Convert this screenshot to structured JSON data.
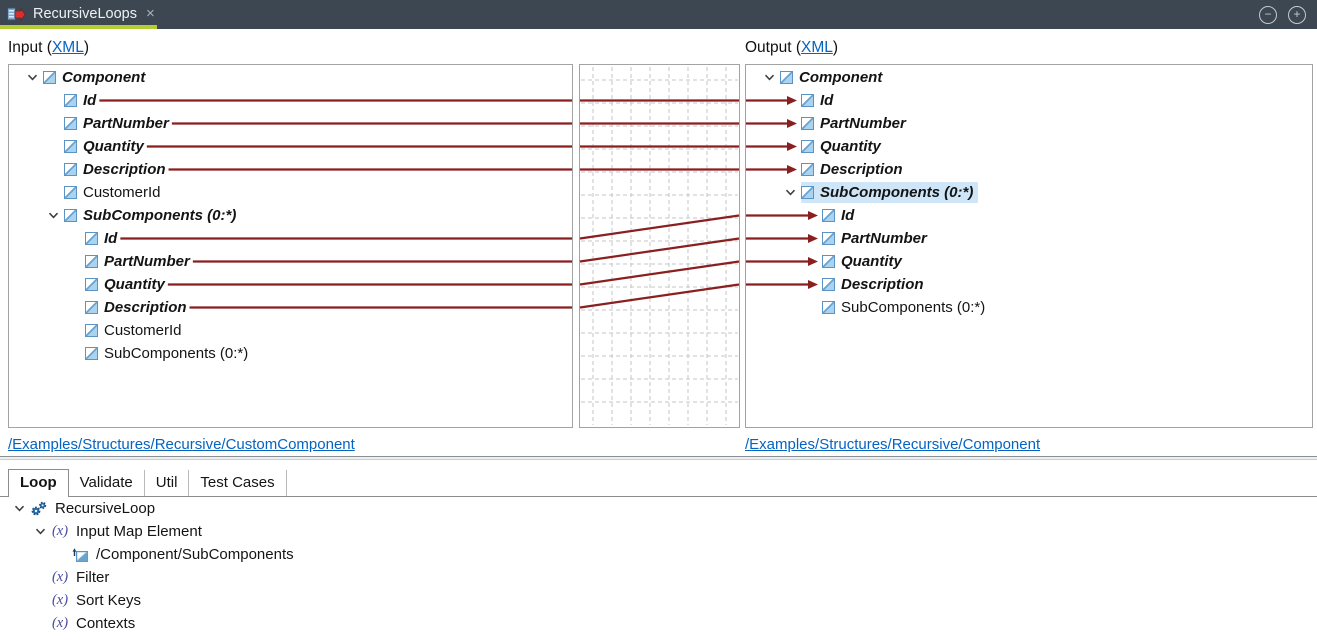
{
  "titlebar": {
    "tab_title": "RecursiveLoops",
    "close_glyph": "×",
    "window_minimize_glyph": "−",
    "window_maximize_glyph": "+"
  },
  "header": {
    "input_prefix": "Input (",
    "output_prefix": "Output (",
    "xml_link": "XML",
    "suffix": ")"
  },
  "input_panel": {
    "path": "/Examples/Structures/Recursive/CustomComponent",
    "nodes": [
      {
        "label": "Component",
        "level": 0,
        "mapped": true,
        "expanded": true
      },
      {
        "label": "Id",
        "level": 1,
        "mapped": true
      },
      {
        "label": "PartNumber",
        "level": 1,
        "mapped": true
      },
      {
        "label": "Quantity",
        "level": 1,
        "mapped": true
      },
      {
        "label": "Description",
        "level": 1,
        "mapped": true
      },
      {
        "label": "CustomerId",
        "level": 1,
        "mapped": false
      },
      {
        "label": "SubComponents (0:*)",
        "level": 1,
        "mapped": true,
        "expanded": true
      },
      {
        "label": "Id",
        "level": 2,
        "mapped": true
      },
      {
        "label": "PartNumber",
        "level": 2,
        "mapped": true
      },
      {
        "label": "Quantity",
        "level": 2,
        "mapped": true
      },
      {
        "label": "Description",
        "level": 2,
        "mapped": true
      },
      {
        "label": "CustomerId",
        "level": 2,
        "mapped": false
      },
      {
        "label": "SubComponents (0:*)",
        "level": 2,
        "mapped": false
      }
    ]
  },
  "output_panel": {
    "path": "/Examples/Structures/Recursive/Component",
    "nodes": [
      {
        "label": "Component",
        "level": 0,
        "mapped": true,
        "expanded": true
      },
      {
        "label": "Id",
        "level": 1,
        "mapped": true
      },
      {
        "label": "PartNumber",
        "level": 1,
        "mapped": true
      },
      {
        "label": "Quantity",
        "level": 1,
        "mapped": true
      },
      {
        "label": "Description",
        "level": 1,
        "mapped": true
      },
      {
        "label": "SubComponents (0:*)",
        "level": 1,
        "mapped": true,
        "expanded": true,
        "selected": true
      },
      {
        "label": "Id",
        "level": 2,
        "mapped": true
      },
      {
        "label": "PartNumber",
        "level": 2,
        "mapped": true
      },
      {
        "label": "Quantity",
        "level": 2,
        "mapped": true
      },
      {
        "label": "Description",
        "level": 2,
        "mapped": true
      },
      {
        "label": "SubComponents (0:*)",
        "level": 2,
        "mapped": false
      }
    ]
  },
  "mappings": [
    {
      "source": 1,
      "target": 1
    },
    {
      "source": 2,
      "target": 2
    },
    {
      "source": 3,
      "target": 3
    },
    {
      "source": 4,
      "target": 4
    },
    {
      "source": 7,
      "target": 6
    },
    {
      "source": 8,
      "target": 7
    },
    {
      "source": 9,
      "target": 8
    },
    {
      "source": 10,
      "target": 9
    }
  ],
  "bottom_panel": {
    "tabs": [
      {
        "label": "Loop",
        "active": true
      },
      {
        "label": "Validate",
        "active": false
      },
      {
        "label": "Util",
        "active": false
      },
      {
        "label": "Test Cases",
        "active": false
      }
    ],
    "tree": [
      {
        "label": "RecursiveLoop",
        "level": 0,
        "icon": "gears",
        "expanded": true
      },
      {
        "label": "Input Map Element",
        "level": 1,
        "icon": "fx",
        "expanded": true
      },
      {
        "label": "/Component/SubComponents",
        "level": 2,
        "icon": "map-element"
      },
      {
        "label": "Filter",
        "level": 1,
        "icon": "fx"
      },
      {
        "label": "Sort Keys",
        "level": 1,
        "icon": "fx"
      },
      {
        "label": "Contexts",
        "level": 1,
        "icon": "fx"
      }
    ]
  },
  "icons": {
    "fx_glyph": "(x)"
  },
  "colors": {
    "mapping_line": "#8a1f1f",
    "accent_green": "#b5cc33",
    "selection_blue": "#cfe6f8",
    "link_blue": "#0563c1",
    "grid_line": "#c6c6c6",
    "titlebar_bg": "#3d4751"
  }
}
